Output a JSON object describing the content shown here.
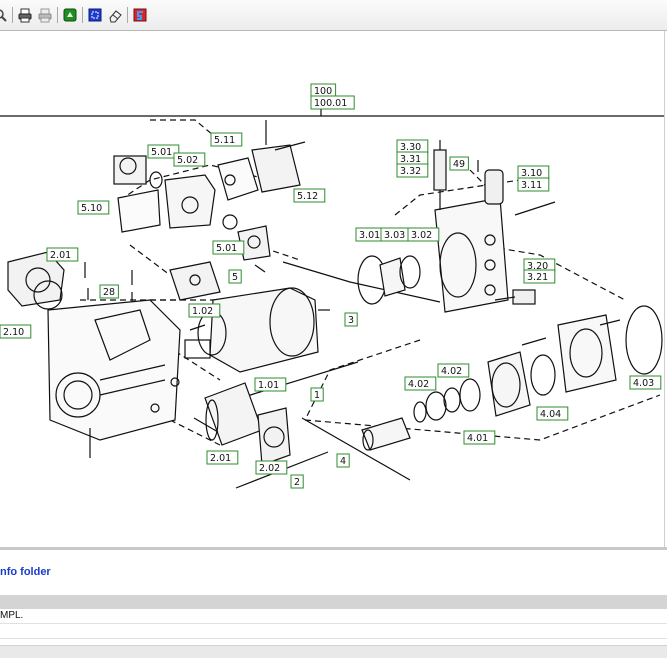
{
  "toolbar": {
    "buttons": [
      {
        "name": "zoom-icon"
      },
      {
        "name": "print-icon"
      },
      {
        "name": "print-preview-icon"
      },
      {
        "name": "layers-icon"
      },
      {
        "name": "select-icon"
      },
      {
        "name": "eraser-icon"
      },
      {
        "name": "export-icon"
      }
    ]
  },
  "drawing": {
    "labels": [
      "100",
      "100.01",
      "5.01",
      "5.02",
      "5.11",
      "5.10",
      "5.12",
      "5.01",
      "5",
      "2.01",
      "28",
      "1.02",
      "1.01",
      "1",
      "2.10",
      "2.01",
      "2.02",
      "2",
      "3.30",
      "3.31",
      "3.32",
      "49",
      "3.10",
      "3.11",
      "3.01",
      "3.03",
      "3.02",
      "3.20",
      "3.21",
      "3",
      "4.02",
      "4.02",
      "4.01",
      "4.04",
      "4.03",
      "4"
    ]
  },
  "info": {
    "title": "nfo folder",
    "rows": [
      "MPL.",
      "",
      ""
    ]
  },
  "colors": {
    "accent_text": "#1b3cc9",
    "label_border": "#2e8b2e"
  }
}
